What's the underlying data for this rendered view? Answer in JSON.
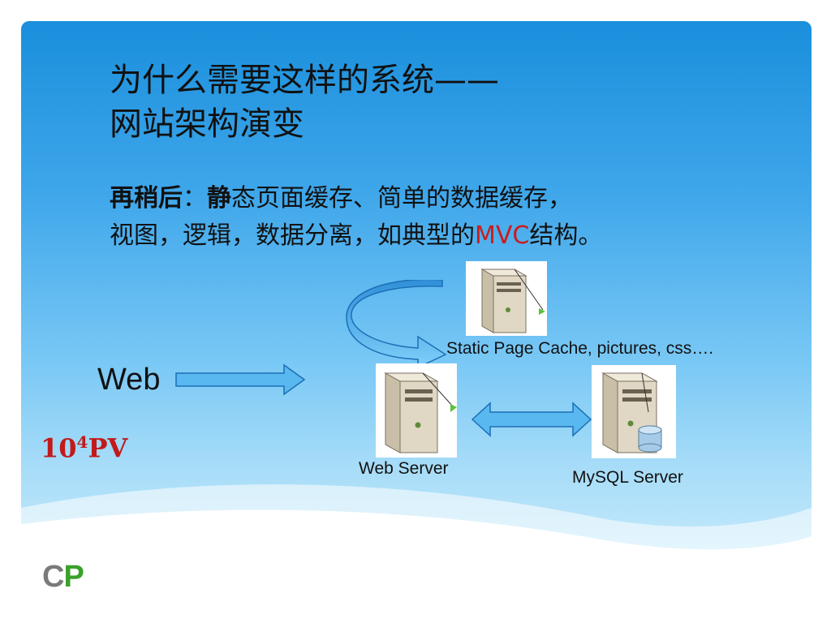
{
  "title": {
    "line1": "为什么需要这样的系统——",
    "line2": "网站架构演变"
  },
  "paragraph": {
    "line1_bold": "再稍后",
    "line1_colon": "：",
    "line1_bold2": "静",
    "line1_rest": "态页面缓存、简单的数据缓存，",
    "line2_pre": "视图，逻辑，数据分离，如典型的",
    "line2_red": "MVC",
    "line2_post": "结构。"
  },
  "diagram": {
    "web_label": "Web",
    "cache_label": "Static Page Cache, pictures, css….",
    "webserver_label": "Web Server",
    "mysql_label": "MySQL Server",
    "pv_base": "10",
    "pv_exp": "4",
    "pv_unit": "PV"
  },
  "logo": {
    "c": "C",
    "p": "P"
  },
  "colors": {
    "accent_red": "#cc1b1b",
    "logo_green": "#3aa12a",
    "arrow_blue": "#5ab8f0"
  }
}
